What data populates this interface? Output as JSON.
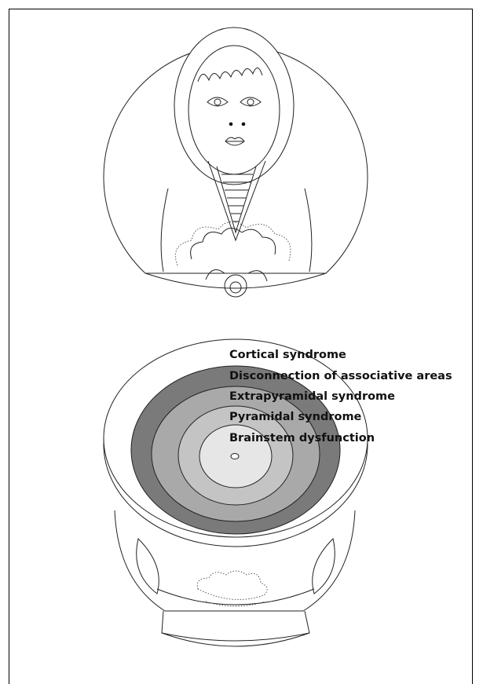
{
  "layers": [
    {
      "label": "Cortical syndrome",
      "color": "#ffffff"
    },
    {
      "label": "Disconnection of associative areas",
      "color": "#7a7a7a"
    },
    {
      "label": "Extrapyramidal syndrome",
      "color": "#a9a9a9"
    },
    {
      "label": "Pyramidal syndrome",
      "color": "#c4c4c4"
    },
    {
      "label": "Brainstem dysfunction",
      "color": "#e6e6e6"
    }
  ]
}
